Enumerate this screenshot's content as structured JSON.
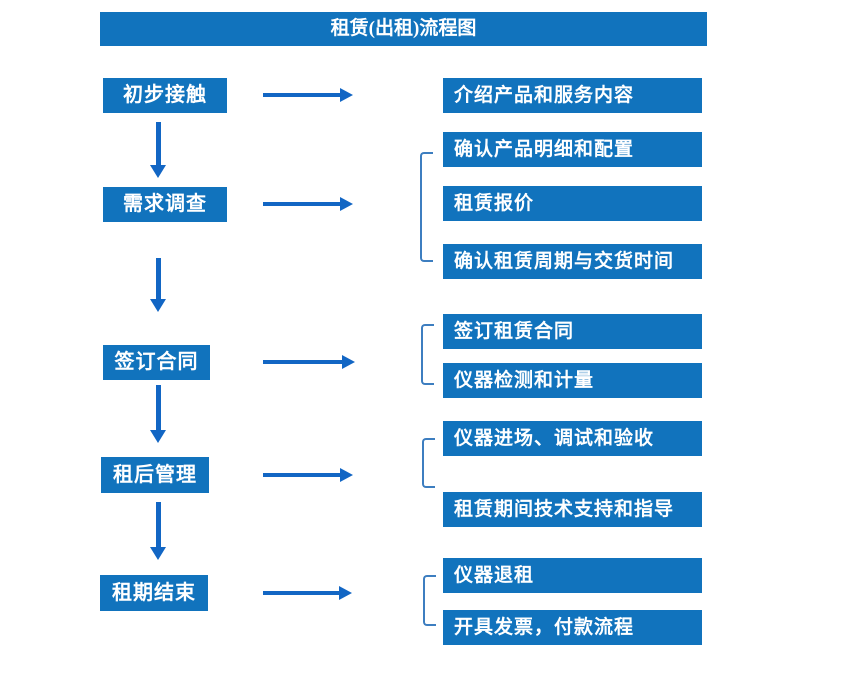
{
  "title": "租赁(出租)流程图",
  "colors": {
    "box_blue": "#1173BD",
    "arrow_blue": "#1266C4",
    "bracket_blue": "#3D7EC0",
    "text_white": "#FFFFFF"
  },
  "left_nodes": [
    {
      "label": "初步接触"
    },
    {
      "label": "需求调查"
    },
    {
      "label": "签订合同"
    },
    {
      "label": "租后管理"
    },
    {
      "label": "租期结束"
    }
  ],
  "right_nodes": [
    {
      "label": "介绍产品和服务内容"
    },
    {
      "label": "确认产品明细和配置"
    },
    {
      "label": "租赁报价"
    },
    {
      "label": "确认租赁周期与交货时间"
    },
    {
      "label": "签订租赁合同"
    },
    {
      "label": "仪器检测和计量"
    },
    {
      "label": "仪器进场、调试和验收"
    },
    {
      "label": "租赁期间技术支持和指导"
    },
    {
      "label": "仪器退租"
    },
    {
      "label": "开具发票，付款流程"
    }
  ]
}
